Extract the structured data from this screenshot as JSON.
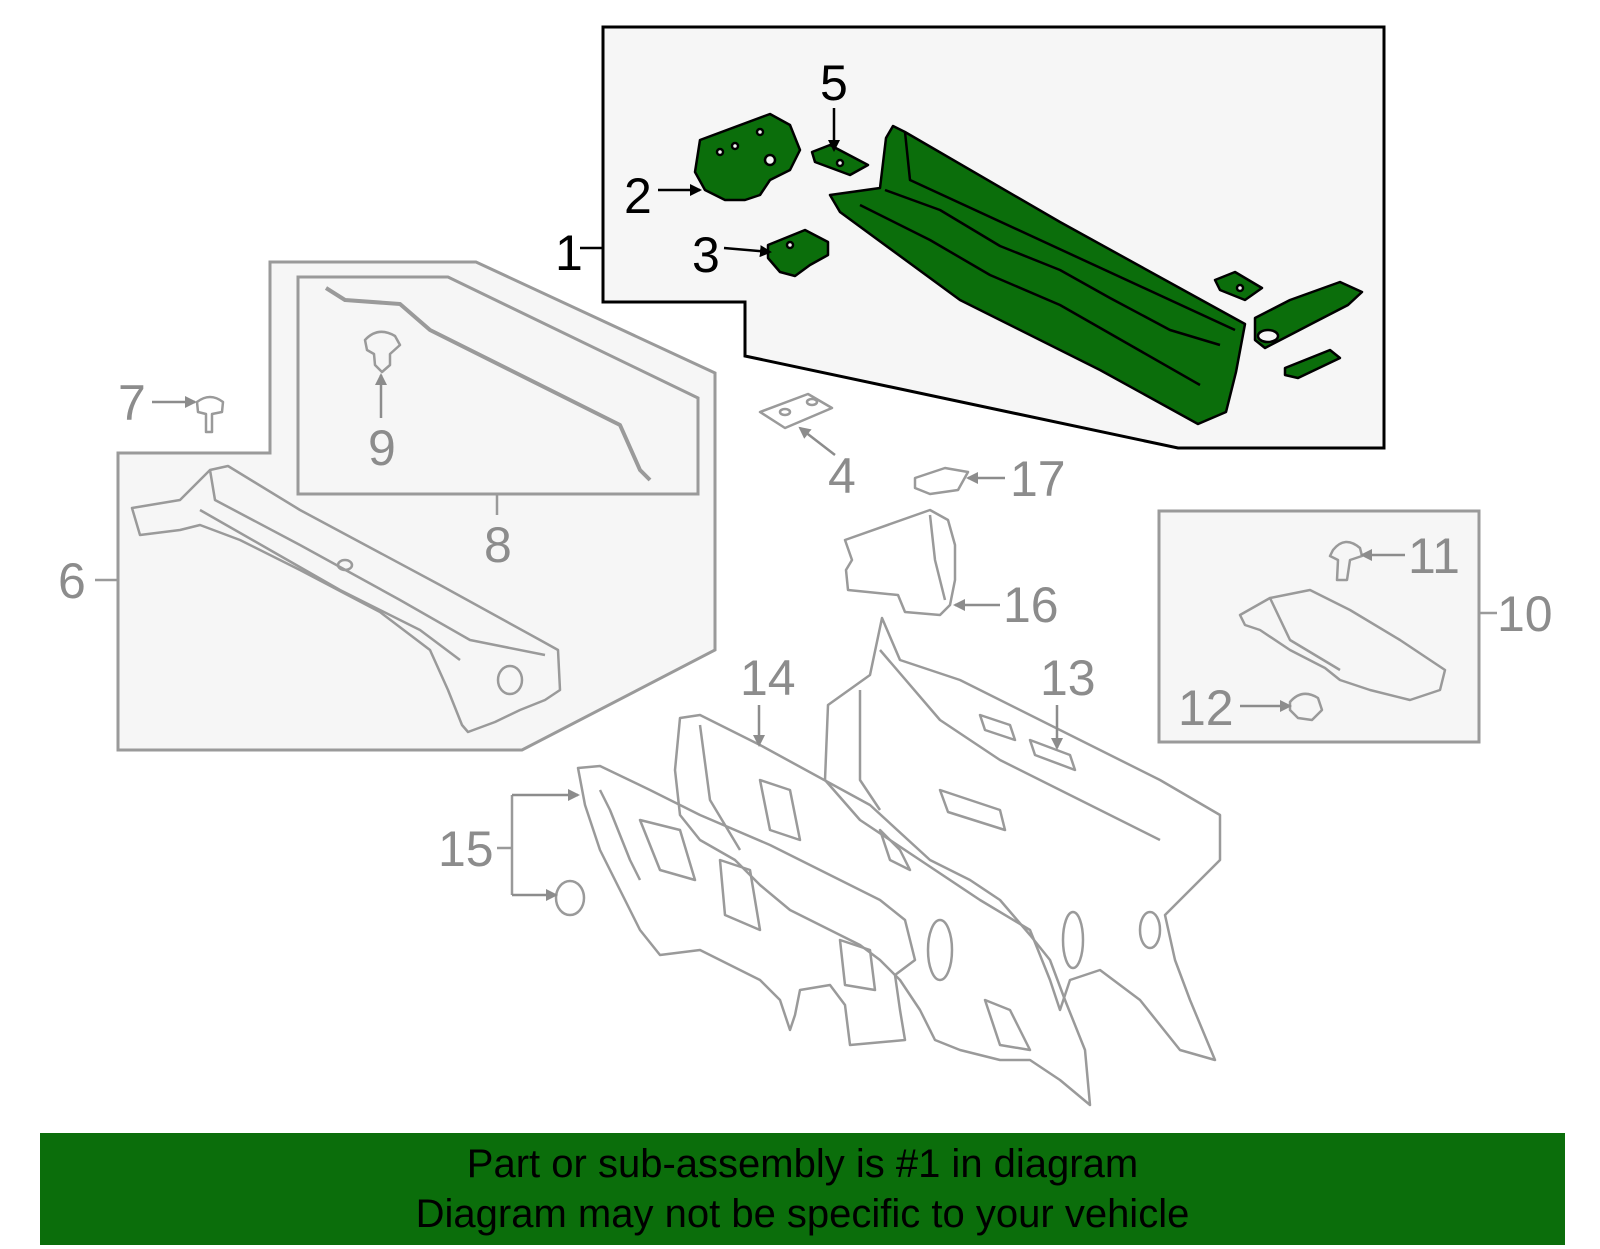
{
  "callouts": {
    "c1": "1",
    "c2": "2",
    "c3": "3",
    "c4": "4",
    "c5": "5",
    "c6": "6",
    "c7": "7",
    "c8": "8",
    "c9": "9",
    "c10": "10",
    "c11": "11",
    "c12": "12",
    "c13": "13",
    "c14": "14",
    "c15": "15",
    "c16": "16",
    "c17": "17"
  },
  "colors": {
    "highlight_part": "#0b6e0b",
    "banner": "#0b6e0b",
    "other_parts_outline": "#9a9a9a",
    "group_box_fill": "#f6f6f6"
  },
  "banner": {
    "line1": "Part or sub-assembly is #1 in diagram",
    "line2": "Diagram may not be specific to your vehicle"
  }
}
